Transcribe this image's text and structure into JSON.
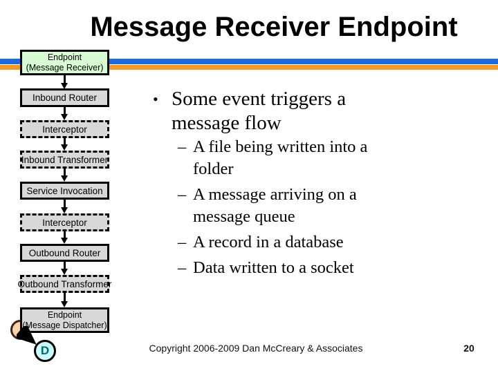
{
  "slide": {
    "title": "Message Receiver Endpoint",
    "footer_copyright": "Copyright 2006-2009 Dan McCreary & Associates",
    "page_number": "20"
  },
  "colors": {
    "accent_blue": "#1e6ae0",
    "accent_orange": "#f59a20",
    "node_green": "#d9fbd3",
    "node_gray": "#d8d8d8",
    "badge_peach": "#f8d2ab",
    "badge_cyan": "#c9fbfb",
    "dispatcher_letter_teal": "#006a6a"
  },
  "flowchart": {
    "nodes": [
      {
        "label": "Endpoint",
        "sublabel": "(Message Receiver)",
        "border": "solid",
        "fill": "green"
      },
      {
        "label": "Inbound Router",
        "border": "solid",
        "fill": "gray"
      },
      {
        "label": "Interceptor",
        "border": "dashed",
        "fill": "gray"
      },
      {
        "label": "Inbound Transformer",
        "border": "dashed",
        "fill": "gray"
      },
      {
        "label": "Service Invocation",
        "border": "solid",
        "fill": "gray"
      },
      {
        "label": "Interceptor",
        "border": "dashed",
        "fill": "gray"
      },
      {
        "label": "Outbound Router",
        "border": "solid",
        "fill": "gray"
      },
      {
        "label": "Outbound Transformer",
        "border": "dashed",
        "fill": "gray"
      },
      {
        "label": "Endpoint",
        "sublabel": "(Message Dispatcher)",
        "border": "solid",
        "fill": "gray"
      }
    ],
    "dispatcher_badge_letter": "D"
  },
  "content": {
    "bullet_char": "•",
    "dash_char": "–",
    "level1": "Some event triggers a message flow",
    "level2": [
      "A file being written into a folder",
      "A message arriving on a message queue",
      "A record in a database",
      "Data written to a socket"
    ]
  }
}
